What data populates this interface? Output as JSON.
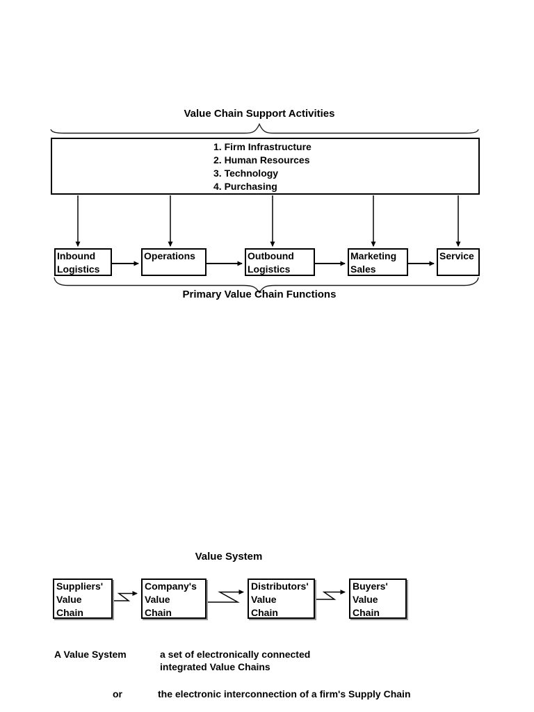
{
  "colors": {
    "ink": "#000000",
    "background": "#ffffff",
    "shadow": "#9a9a9a"
  },
  "value_chain": {
    "title": "Value Chain Support Activities",
    "support_items": [
      "1. Firm Infrastructure",
      "2. Human Resources",
      "3. Technology",
      "4. Purchasing"
    ],
    "primary_label": "Primary Value Chain Functions",
    "primary_boxes": [
      {
        "lines": [
          "Inbound",
          "Logistics"
        ]
      },
      {
        "lines": [
          "Operations",
          ""
        ]
      },
      {
        "lines": [
          "Outbound",
          "Logistics"
        ]
      },
      {
        "lines": [
          "Marketing",
          "Sales"
        ]
      },
      {
        "lines": [
          "Service",
          ""
        ]
      }
    ]
  },
  "value_system": {
    "title": "Value System",
    "boxes": [
      {
        "lines": [
          "Suppliers'",
          "Value",
          "Chain"
        ]
      },
      {
        "lines": [
          "Company's",
          "Value",
          "Chain"
        ]
      },
      {
        "lines": [
          "Distributors'",
          "Value",
          "Chain"
        ]
      },
      {
        "lines": [
          "Buyers'",
          "Value",
          "Chain"
        ]
      }
    ],
    "definition": {
      "term": "A Value System",
      "line1": "a set of electronically connected",
      "line2": "integrated Value Chains",
      "or_label": "or",
      "alt": "the electronic interconnection of a firm's Supply Chain"
    }
  }
}
